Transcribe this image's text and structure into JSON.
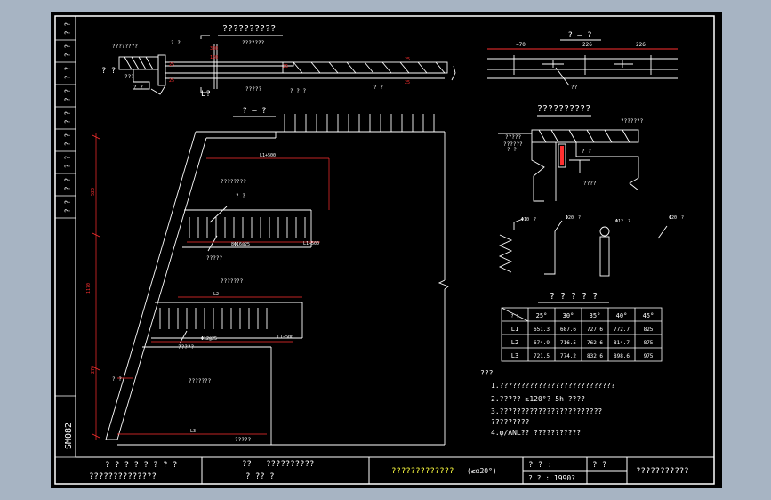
{
  "colors": {
    "viewport_bg": "#a7b4c3",
    "paper": "#000000",
    "line": "#ffffff",
    "dim": "#ff3030",
    "yellow": "#ffff40",
    "green": "#40ff40",
    "cyan": "#40ffff"
  },
  "side_strip": {
    "cells": [
      "? ?",
      "? ?",
      "? ?",
      "? ?",
      "? ?",
      "? ?",
      "? ?",
      "? ?",
      "? ?",
      "? ?"
    ],
    "code": "SM082"
  },
  "elevation": {
    "title": "??????????",
    "labels": [
      "????????",
      "? ?",
      "???????",
      "???",
      "?????",
      "? ?",
      "? ?",
      "? ? ?",
      "? ?",
      "L?"
    ]
  },
  "section_a": {
    "title": "? — ?",
    "dims": [
      "≈70",
      "226",
      "226"
    ],
    "label": "??"
  },
  "plan": {
    "title": "? — ?",
    "dim_labels": [
      "1170",
      "520",
      "270",
      "L1+500",
      "L2",
      "L3",
      "L1−500",
      "L1−500",
      "? ?",
      "8Φ16@25",
      "Φ12@25"
    ],
    "labels": [
      "????????",
      "? ?",
      "?????",
      "???????",
      "?????",
      "???????",
      "?????"
    ]
  },
  "detail": {
    "title": "??????????",
    "labels": [
      "???????",
      "?????",
      "? ?",
      "??????",
      "????",
      "? ?"
    ]
  },
  "bars": [
    {
      "label": "Φ10",
      "sub": "?"
    },
    {
      "label": "Φ20",
      "sub": "?"
    },
    {
      "label": "Φ12",
      "sub": "?"
    },
    {
      "label": "Φ20",
      "sub": "?"
    }
  ],
  "table": {
    "title": "? ? ? ? ?",
    "header": [
      "? ?",
      "25°",
      "30°",
      "35°",
      "40°",
      "45°"
    ],
    "rows": [
      [
        "L1",
        "651.3",
        "687.6",
        "727.6",
        "772.7",
        "825"
      ],
      [
        "L2",
        "674.9",
        "716.5",
        "762.6",
        "814.7",
        "875"
      ],
      [
        "L3",
        "721.5",
        "774.2",
        "832.6",
        "898.6",
        "975"
      ]
    ]
  },
  "notes": {
    "heading": "???",
    "items": [
      "1.???????????????????????????",
      "2.????? ≥120°? 5h ????",
      "3.????????????????????????",
      "    ?????????",
      "4.φ/ΛNL??        ???????????"
    ]
  },
  "title_block": {
    "company_1": "? ? ? ? ? ? ? ?",
    "company_2": "??????????????",
    "drawing_1": "?? — ??????????",
    "drawing_2": "?          ??              ?",
    "yellow_title": "?????????????",
    "angle": "(≤α20°)",
    "field_1": "? ? :",
    "field_2": "? ? :  1990?",
    "field_3": "?   ?",
    "field_4": "???????????"
  }
}
